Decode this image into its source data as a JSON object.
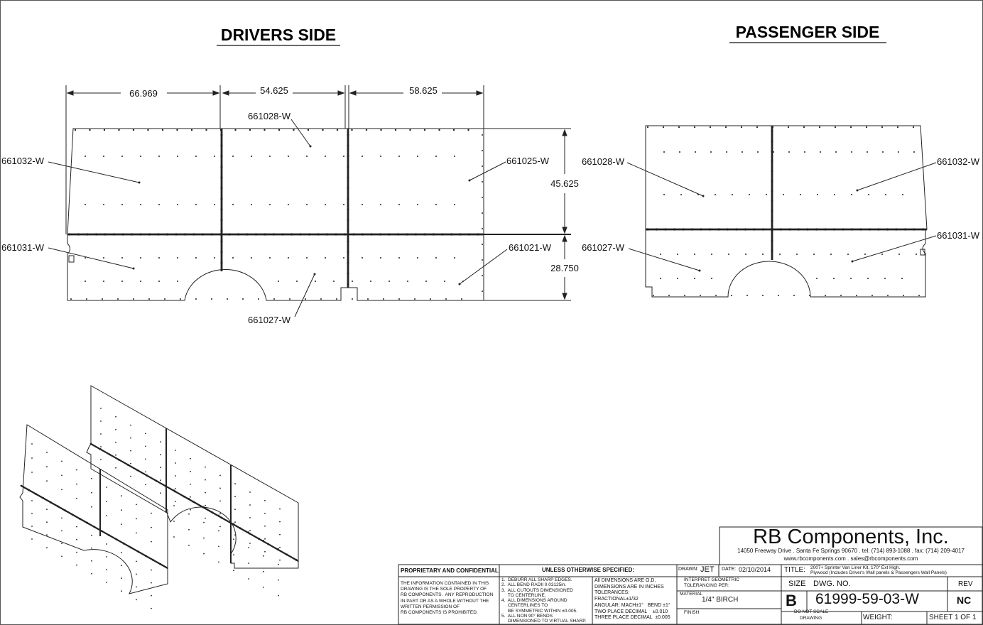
{
  "titles": {
    "drivers": "DRIVERS SIDE",
    "passenger": "PASSENGER SIDE"
  },
  "dimensions": {
    "d1": "66.969",
    "d2": "54.625",
    "d3": "58.625",
    "height_upper": "45.625",
    "height_lower": "28.750"
  },
  "drivers_labels": {
    "p661028": "661028-W",
    "p661032": "661032-W",
    "p661025": "661025-W",
    "p661031": "661031-W",
    "p661021": "661021-W",
    "p661027": "661027-W"
  },
  "passenger_labels": {
    "p661028": "661028-W",
    "p661032": "661032-W",
    "p661031": "661031-W",
    "p661027": "661027-W"
  },
  "title_block": {
    "company": "RB Components, Inc.",
    "address": "14050 Freeway Drive . Santa Fe Springs 90670 . tel: (714) 893-1088 . fax: (714) 209-4017",
    "web": "www.rbcomponents.com . sales@rbcomponents.com",
    "proprietary_head": "PROPRIETARY AND CONFIDENTIAL",
    "proprietary_lines": [
      "THE INFORMATION CONTAINED IN THIS",
      "DRAWING IS THE SOLE PROPERTY OF",
      "RB COMPONENTS.  ANY REPRODUCTION",
      "IN PART OR AS A WHOLE WITHOUT THE",
      "WRITTEN PERMISSION OF",
      "RB COMPONENTS IS PROHIBITED."
    ],
    "unless_head": "UNLESS OTHERWISE SPECIFIED:",
    "notes": [
      "1.  DEBURR ALL SHARP EDGES.",
      "2.  ALL BEND RADII 0.03125in.",
      "3.  ALL CUTOUTS DIMENSIONED",
      "     TO CENTERLINE.",
      "4.  ALL DIMENSIONS AROUND",
      "     CENTERLINES TO",
      "     BE SYMMETRIC WITHIN ±0.005.",
      "5.  ALL NON 90° BENDS",
      "     DIMENSIONED TO VIRTUAL SHARP."
    ],
    "tolerances": [
      "All DIMENSIONS ARE O.D.",
      "DIMENSIONS ARE IN INCHES",
      "TOLERANCES:",
      "FRACTIONAL±1/32",
      "ANGULAR: MACH±1°   BEND ±1°",
      "TWO PLACE DECIMAL    ±0.010",
      "THREE PLACE DECIMAL  ±0.005"
    ],
    "drawn_label": "DRAWN:",
    "drawn_value": "JET",
    "date_label": "DATE:",
    "date_value": "02/10/2014",
    "title_label": "TITLE:",
    "title_line1": "2007+ Sprinter Van Liner Kit, 170\" Ext High.",
    "title_line2": "Plywood (Includes Driver's Wall panels & Passengers Wall Panels)",
    "interpret_line1": "INTERPRET GEOMETRIC",
    "interpret_line2": "TOLERANCING PER:",
    "material_label": "MATERIAL",
    "material_value": "1/4\" BIRCH",
    "finish_label": "FINISH",
    "do_not_scale1": "DO NOT SCALE",
    "do_not_scale2": "DRAWING",
    "size_label": "SIZE",
    "size_value": "B",
    "dwg_label": "DWG.  NO.",
    "dwg_value": "61999-59-03-W",
    "rev_label": "REV",
    "rev_value": "NC",
    "weight_label": "WEIGHT:",
    "sheet_label": "SHEET 1 OF 1"
  }
}
